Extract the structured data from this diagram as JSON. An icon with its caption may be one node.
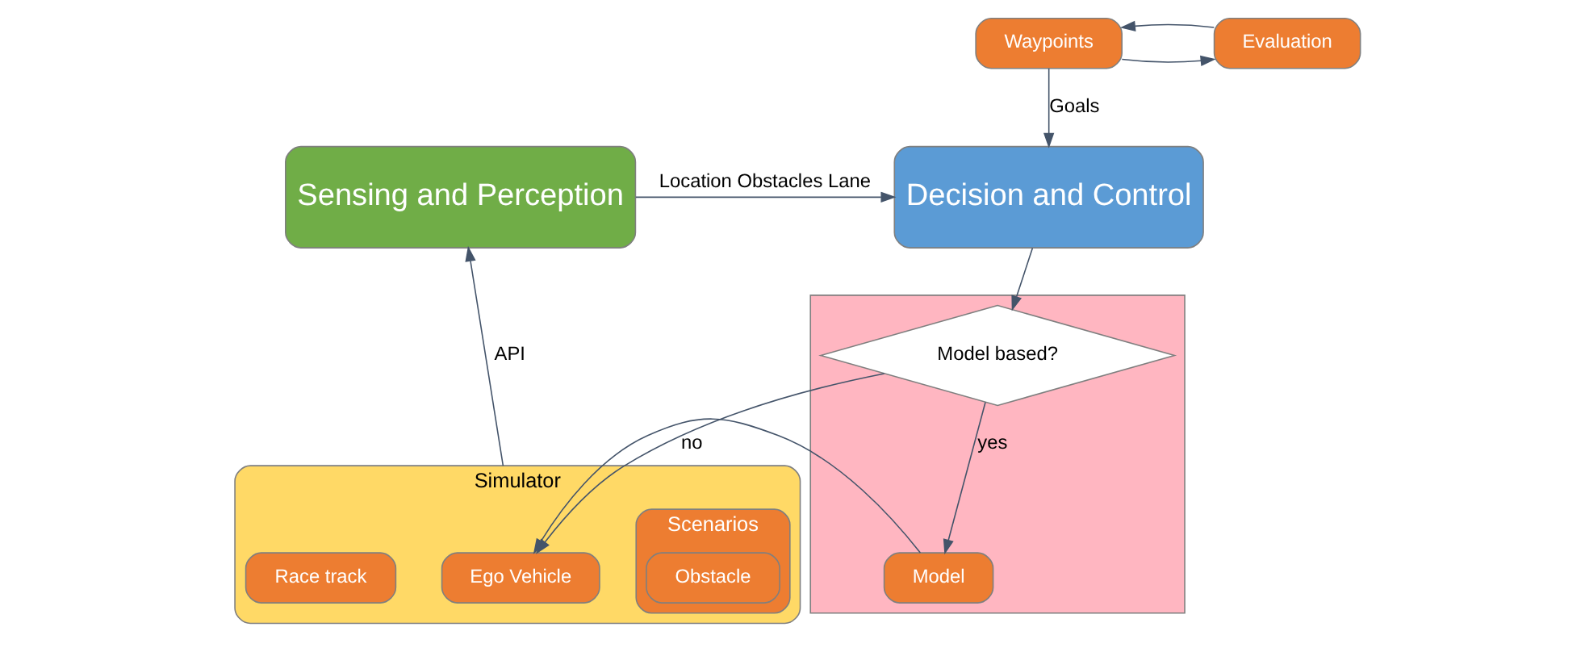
{
  "diagram": {
    "nodes": [
      {
        "text": [
          "Simulator"
        ]
      },
      {
        "text": [
          "Ego Vehicle"
        ],
        "in": 0
      },
      {
        "text": [
          "Scenarios"
        ],
        "in": 0
      },
      {
        "text": [
          "Obstacle"
        ],
        "in": 2
      },
      {
        "text": [
          "Race track"
        ],
        "in": 0
      },
      {
        "text": [
          "Waypoints"
        ]
      },
      {
        "text": [
          "Evaluation"
        ]
      },
      {
        "text": [],
        "shape": "box"
      },
      {
        "text": [
          "Model"
        ],
        "in": 7
      },
      {
        "text": [
          "Model based?"
        ],
        "in": 7
      },
      {
        "text": [
          "Sensing and Perception"
        ]
      },
      {
        "text": [
          "Decision and Control"
        ]
      }
    ],
    "edges": [
      {
        "from": 0,
        "to": 10,
        "arrow": "to",
        "label": "API"
      },
      {
        "from": 10,
        "to": 11,
        "arrow": "to",
        "label": "Location Obstacles Lane"
      },
      {
        "from": 5,
        "to": 11,
        "arrow": "to",
        "label": "Goals"
      },
      {
        "from": 5,
        "to": 6,
        "arrow": "to"
      },
      {
        "from": 6,
        "to": 5,
        "arrow": "to"
      },
      {
        "from": 11,
        "to": 9,
        "arrow": "to"
      },
      {
        "from": 9,
        "to": 8,
        "arrow": "to",
        "label": "yes"
      },
      {
        "from": 9,
        "to": 1,
        "arrow": "to",
        "label": "no"
      },
      {
        "from": 8,
        "to": 1,
        "arrow": "to"
      }
    ]
  }
}
